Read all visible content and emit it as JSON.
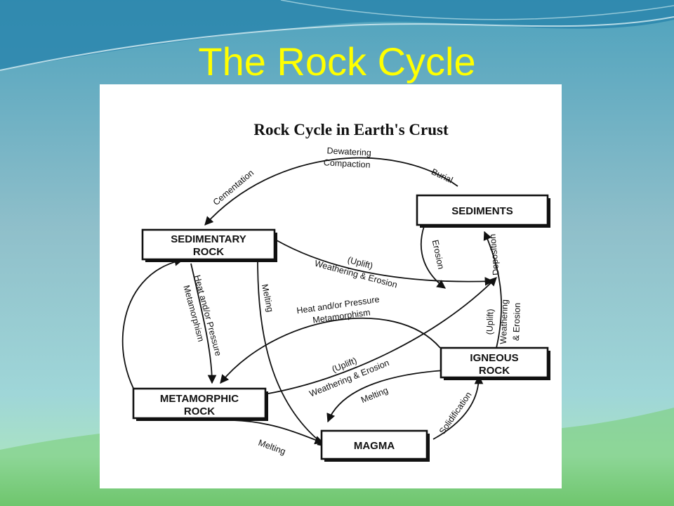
{
  "slide": {
    "title": "The Rock Cycle",
    "colors": {
      "title": "#ffff00",
      "background_top": "#3a8fb0",
      "background_mid": "#8fc0c8",
      "background_bottom": "#6cc06a"
    }
  },
  "diagram": {
    "title": "Rock Cycle in Earth's Crust",
    "nodes": {
      "sediments": [
        "SEDIMENTS"
      ],
      "sedimentary": [
        "SEDIMENTARY",
        "ROCK"
      ],
      "igneous": [
        "IGNEOUS",
        "ROCK"
      ],
      "metamorphic": [
        "METAMORPHIC",
        "ROCK"
      ],
      "magma": [
        "MAGMA"
      ]
    },
    "edges": {
      "dewatering": "Dewatering",
      "compaction": "Compaction",
      "burial": "Burial",
      "cementation": "Cementation",
      "erosion": "Erosion",
      "deposition": "Deposition",
      "uplift_1": "(Uplift)",
      "weathering_erosion_1": "Weathering & Erosion",
      "heat_pressure_1": "Heat and/or Pressure",
      "metamorphism_1": "Metamorphism",
      "melting_1": "Melting",
      "heat_pressure_2": "Heat and/or Pressure",
      "metamorphism_2": "Metamorphism",
      "uplift_2": "(Uplift)",
      "weathering_erosion_2": "Weathering & Erosion",
      "uplift_3": "(Uplift)",
      "weathering_3": "Weathering",
      "and_erosion_3": "& Erosion",
      "melting_2": "Melting",
      "melting_3": "Melting",
      "solidification": "Solidification"
    }
  }
}
